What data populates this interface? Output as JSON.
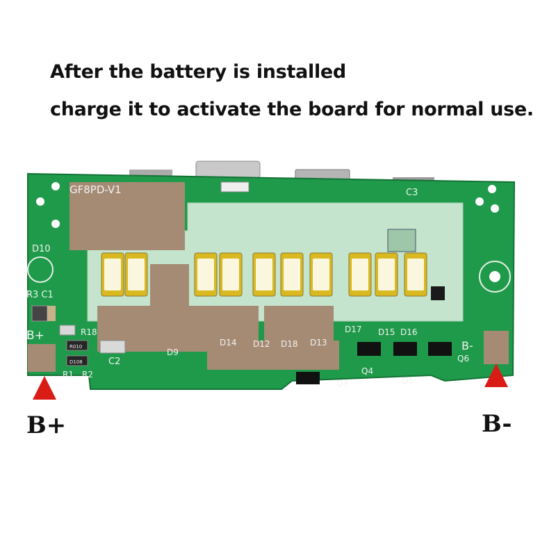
{
  "caption": {
    "line1": "After the battery is installed",
    "line2": "charge it to activate the board for normal use."
  },
  "terminals": {
    "positive": "B+",
    "negative": "B-"
  },
  "pcb": {
    "board_name": "GF8PD-V1",
    "silkscreen": {
      "c3": "C3",
      "d10": "D10",
      "r3c1": "R3 C1",
      "bplus": "B+",
      "r18": "R18",
      "r010": "R010",
      "d108": "D108",
      "c2": "C2",
      "r1": "R1",
      "r2": "R2",
      "d9": "D9",
      "d14": "D14",
      "d12": "D12",
      "d18": "D18",
      "d13": "D13",
      "d17": "D17",
      "d15": "D15",
      "d16": "D16",
      "bminus": "B-",
      "q6": "Q6",
      "q4": "Q4",
      "q5": "Q5",
      "q3": "Q3"
    },
    "led_count": 10
  },
  "colors": {
    "board_green": "#1f9a4a",
    "pad_copper": "#a58b74",
    "led_body": "#d9b820",
    "marker_red": "#d91c16"
  }
}
